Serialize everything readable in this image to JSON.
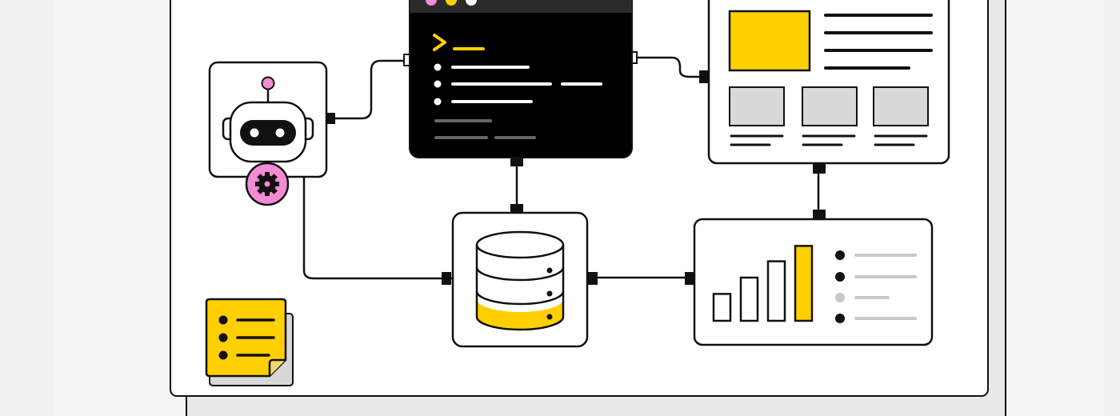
{
  "colors": {
    "background": "#f4f4f2",
    "canvas": "#ffffff",
    "shadow": "#e9e9e9",
    "ink": "#111111",
    "accent_yellow": "#ffcf00",
    "accent_pink": "#f28cd3",
    "terminal_bg": "#000000",
    "placeholder_gray": "#d8d8d8",
    "muted_gray": "#9a9a9a",
    "light_gray": "#c8c8c8"
  },
  "nodes": [
    {
      "id": "robot",
      "icon": "robot-icon",
      "badge_icon": "gear-icon"
    },
    {
      "id": "terminal",
      "icon": "terminal-prompt-icon",
      "window_dots": [
        "pink",
        "yellow",
        "white"
      ]
    },
    {
      "id": "web-page",
      "icon": "web-layout-icon"
    },
    {
      "id": "database",
      "icon": "database-icon"
    },
    {
      "id": "analytics",
      "icon": "bar-chart-icon",
      "bar_levels": [
        0.28,
        0.45,
        0.62,
        0.78
      ],
      "highlighted_bar": 3
    },
    {
      "id": "checklist",
      "icon": "checklist-note-icon"
    }
  ],
  "connections": [
    {
      "from": "robot",
      "to": "terminal"
    },
    {
      "from": "terminal",
      "to": "web-page"
    },
    {
      "from": "terminal",
      "to": "database"
    },
    {
      "from": "robot",
      "to": "database"
    },
    {
      "from": "database",
      "to": "analytics"
    },
    {
      "from": "web-page",
      "to": "analytics"
    }
  ]
}
